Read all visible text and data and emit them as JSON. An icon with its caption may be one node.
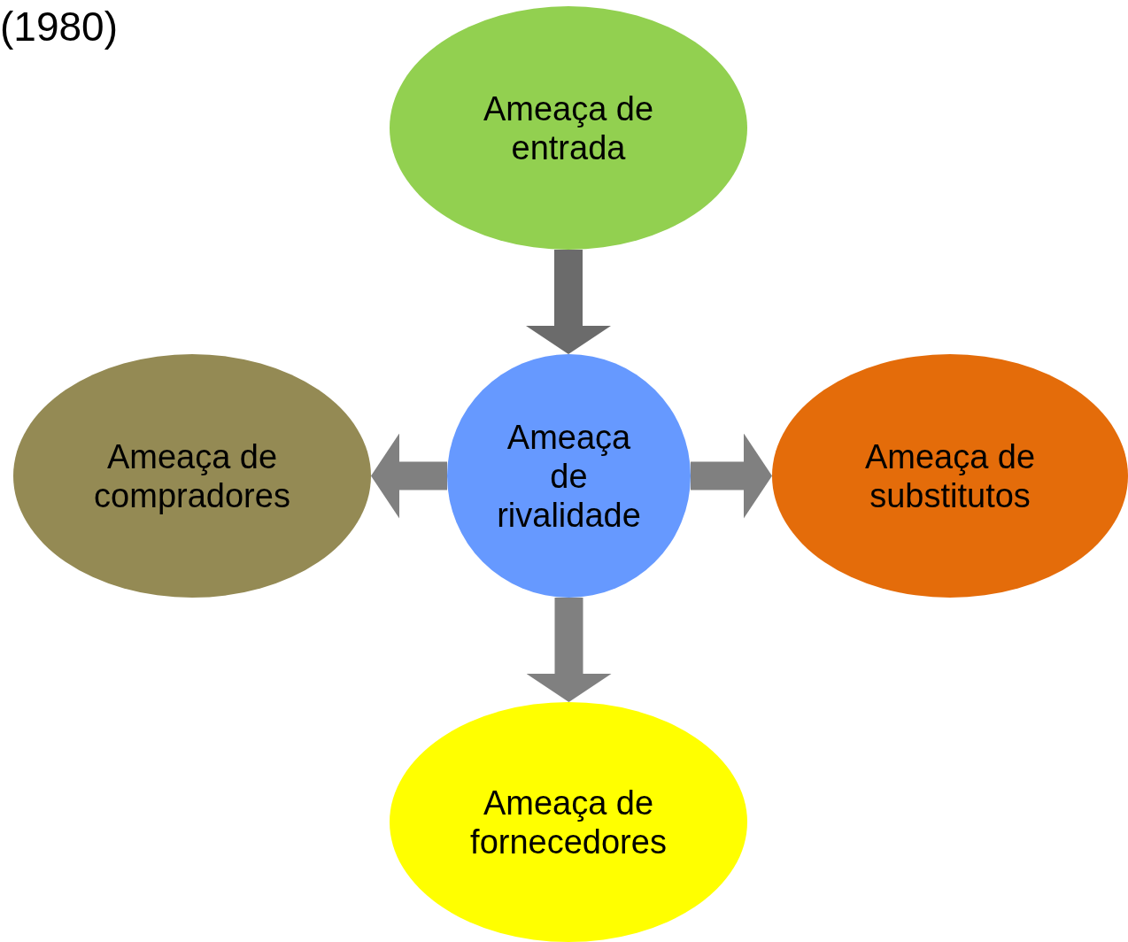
{
  "diagram": {
    "nodes": [
      {
        "text": [
          "Ameaça de entrada"
        ]
      },
      {
        "text": [
          "Ameaça de compradores"
        ]
      },
      {
        "text": [
          "Ameaça de rivalidade"
        ]
      },
      {
        "text": [
          "Ameaça de substitutos"
        ]
      },
      {
        "text": [
          "Ameaça de fornecedores"
        ]
      }
    ],
    "edges": [
      {
        "from": 0,
        "to": 2,
        "arrow": "to",
        "color": "#6b6b6b"
      },
      {
        "from": 2,
        "to": 1,
        "arrow": "to"
      },
      {
        "from": 2,
        "to": 3,
        "arrow": "to"
      },
      {
        "from": 2,
        "to": 4,
        "arrow": "to"
      }
    ],
    "labels": [
      "(1980)"
    ]
  }
}
